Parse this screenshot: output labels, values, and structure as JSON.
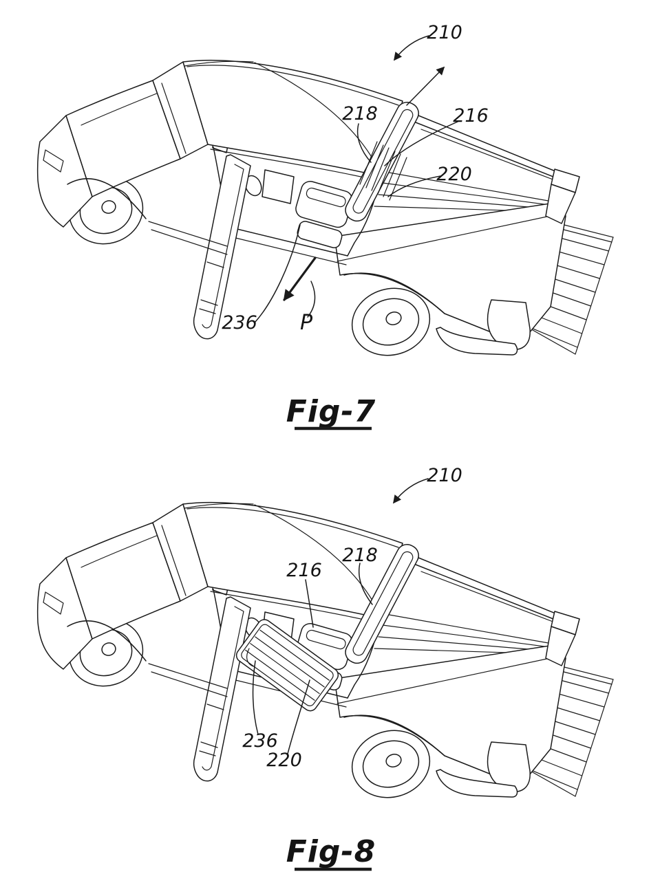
{
  "page": {
    "background": "#ffffff",
    "line_color": "#1b1b1b",
    "description": "Patent drawing sheet with two line-art figures of a pickup truck with open door, removable slatted divider panel and lumber load"
  },
  "figures": [
    {
      "caption": "Fig-7",
      "labels": {
        "ref210": "210",
        "ref218": "218",
        "ref216": "216",
        "ref220": "220",
        "ref236": "236",
        "refP": "P"
      }
    },
    {
      "caption": "Fig-8",
      "labels": {
        "ref210": "210",
        "ref218": "218",
        "ref216": "216",
        "ref220": "220",
        "ref236": "236"
      }
    }
  ]
}
